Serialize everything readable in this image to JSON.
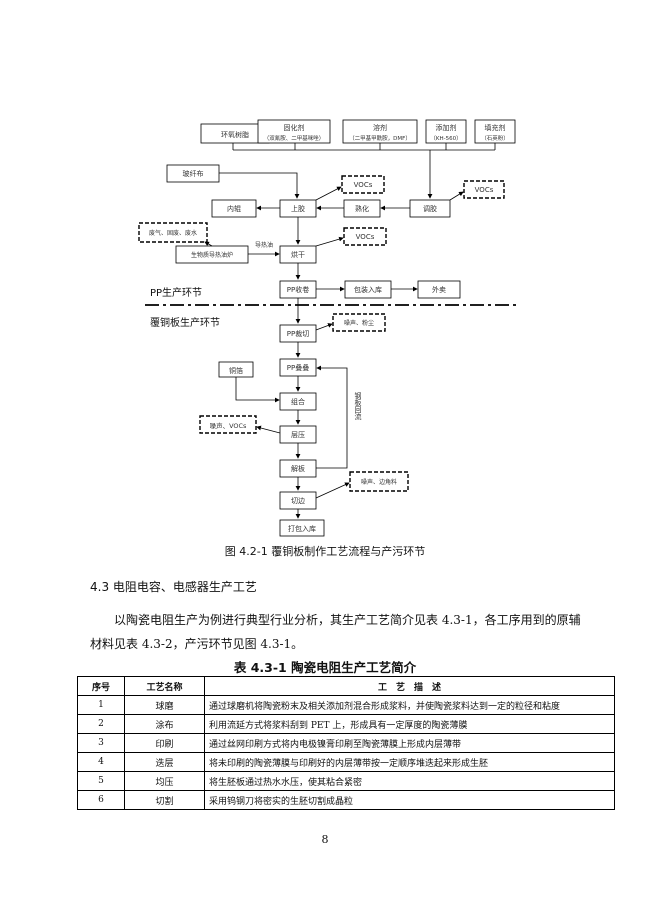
{
  "flowchart": {
    "materials": [
      {
        "label": "环氧树脂",
        "sub": ""
      },
      {
        "label": "固化剂",
        "sub": "（双氰胺、二甲基咪唑）"
      },
      {
        "label": "溶剂",
        "sub": "（二甲基甲酰胺，DMF）"
      },
      {
        "label": "添加剂",
        "sub": "（KH-560）"
      },
      {
        "label": "填充剂",
        "sub": "（石英粉）"
      }
    ],
    "glass_fabric": "玻纤布",
    "mixing": "调胶",
    "curing": "熟化",
    "gluing": "上胶",
    "inner_roll": "内辊",
    "drying": "烘干",
    "heater": "生物质导热油炉",
    "heat_conduction": "导热油",
    "waste_gas": "废气、固废、废水",
    "vocs_1": "VOCs",
    "vocs_2": "VOCs",
    "vocs_3": "VOCs",
    "pp_roll": "PP收卷",
    "pack_store": "包装入库",
    "outsource": "外卖",
    "pp_section": "PP生产环节",
    "ccl_section": "覆铜板生产环节",
    "pp_cut": "PP裁切",
    "noise_dust": "噪声、粉尘",
    "pp_stack": "PP叠叠",
    "copper_foil": "铜箔",
    "combine": "组合",
    "noise_vocs": "噪声、VOCs",
    "press": "层压",
    "disassemble": "解板",
    "steel_return": "钢板回流",
    "trim": "切边",
    "noise_scrap": "噪声、边角料",
    "pack_store_2": "打包入库"
  },
  "figure_caption": "图 4.2-1  覆铜板制作工艺流程与产污环节",
  "section_heading": "4.3 电阻电容、电感器生产工艺",
  "paragraph": "以陶瓷电阻生产为例进行典型行业分析，其生产工艺简介见表 4.3-1，各工序用到的原辅材料见表 4.3-2，产污环节见图 4.3-1。",
  "table": {
    "title": "表 4.3-1  陶瓷电阻生产工艺简介",
    "headers": [
      "序号",
      "工艺名称",
      "工　艺　描　述"
    ],
    "rows": [
      [
        "1",
        "球磨",
        "通过球磨机将陶瓷粉末及相关添加剂混合形成浆料，并使陶瓷浆料达到一定的粒径和粘度"
      ],
      [
        "2",
        "涂布",
        "利用流延方式将浆料刮到 PET 上，形成具有一定厚度的陶瓷薄膜"
      ],
      [
        "3",
        "印刷",
        "通过丝网印刷方式将内电极镍膏印刷至陶瓷薄膜上形成内层薄带"
      ],
      [
        "4",
        "迭层",
        "将未印刷的陶瓷薄膜与印刷好的内层薄带按一定顺序堆迭起来形成生胚"
      ],
      [
        "5",
        "均压",
        "将生胚板通过热水水压，使其粘合紧密"
      ],
      [
        "6",
        "切割",
        "采用钨钢刀将密实的生胚切割成晶粒"
      ]
    ]
  },
  "page_number": "8"
}
